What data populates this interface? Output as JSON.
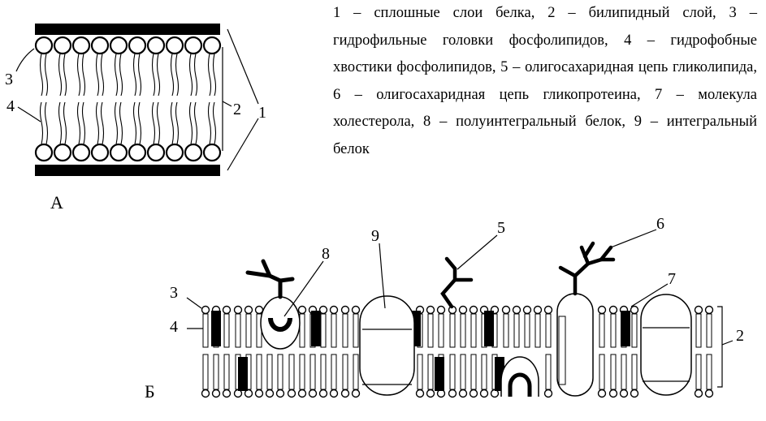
{
  "legend_text": "1 – сплошные слои белка, 2 – билипидный слой, 3 – гидрофильные головки фосфолипидов, 4 – гидрофобные хвостики фосфолипидов, 5 – олигосахаридная цепь гликолипида, 6 – олигосахаридная цепь гликопротеина, 7 – молекула холестерола, 8 – полуинтегральный белок, 9 – интегральный белок",
  "panel_a": {
    "letter": "А",
    "labels": {
      "heads": "3",
      "tails": "4",
      "bilayer": "2",
      "protein_layers": "1"
    }
  },
  "panel_b": {
    "letter": "Б",
    "labels": {
      "heads": "3",
      "tails": "4",
      "bilayer": "2",
      "glycolipid_chain": "5",
      "glycoprotein_chain": "6",
      "cholesterol": "7",
      "semi_integral_protein": "8",
      "integral_protein": "9"
    }
  }
}
